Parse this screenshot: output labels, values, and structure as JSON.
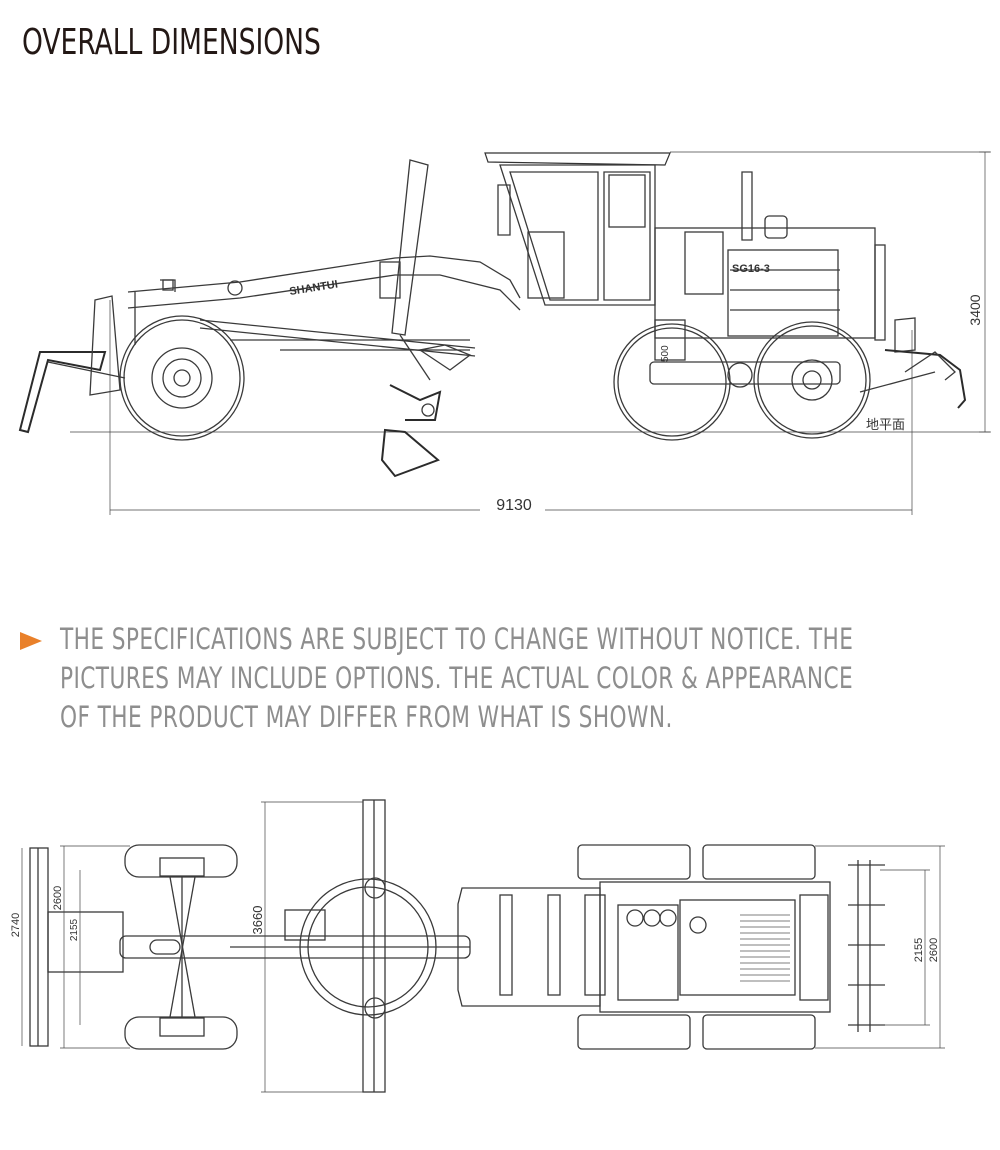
{
  "page": {
    "title": "OVERALL DIMENSIONS"
  },
  "side_view": {
    "height_label": "3400",
    "length_label": "9130",
    "ground_label": "地平面",
    "clearance_label": "500",
    "brand_label": "SHANTUI",
    "model_label": "SG16-3"
  },
  "note": {
    "lines": [
      "THE SPECIFICATIONS ARE SUBJECT TO CHANGE WITHOUT NOTICE. THE",
      "PICTURES MAY INCLUDE OPTIONS. THE ACTUAL COLOR & APPEARANCE",
      "OF THE PRODUCT MAY DIFFER FROM WHAT IS SHOWN."
    ],
    "accent_color": "#e9802a"
  },
  "top_view": {
    "blade_width_label": "2740",
    "front_track_outer_label": "2600",
    "front_track_inner_label": "2155",
    "moldboard_label": "3660",
    "rear_track_inner_label": "2155",
    "rear_track_outer_label": "2600"
  }
}
